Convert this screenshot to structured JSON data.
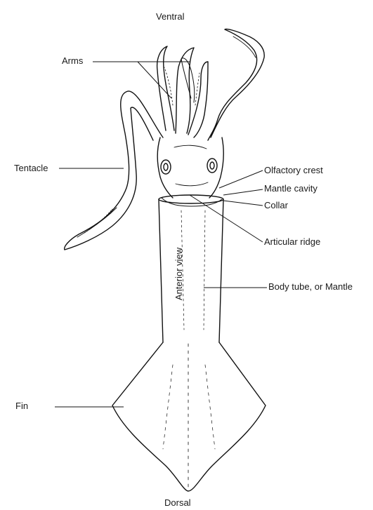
{
  "labels": {
    "ventral": "Ventral",
    "dorsal": "Dorsal",
    "arms": "Arms",
    "tentacle": "Tentacle",
    "olfactory_crest": "Olfactory crest",
    "mantle_cavity": "Mantle cavity",
    "collar": "Collar",
    "articular_ridge": "Articular ridge",
    "body_tube": "Body tube, or Mantle",
    "fin": "Fin",
    "anterior_view": "Anterior view"
  }
}
